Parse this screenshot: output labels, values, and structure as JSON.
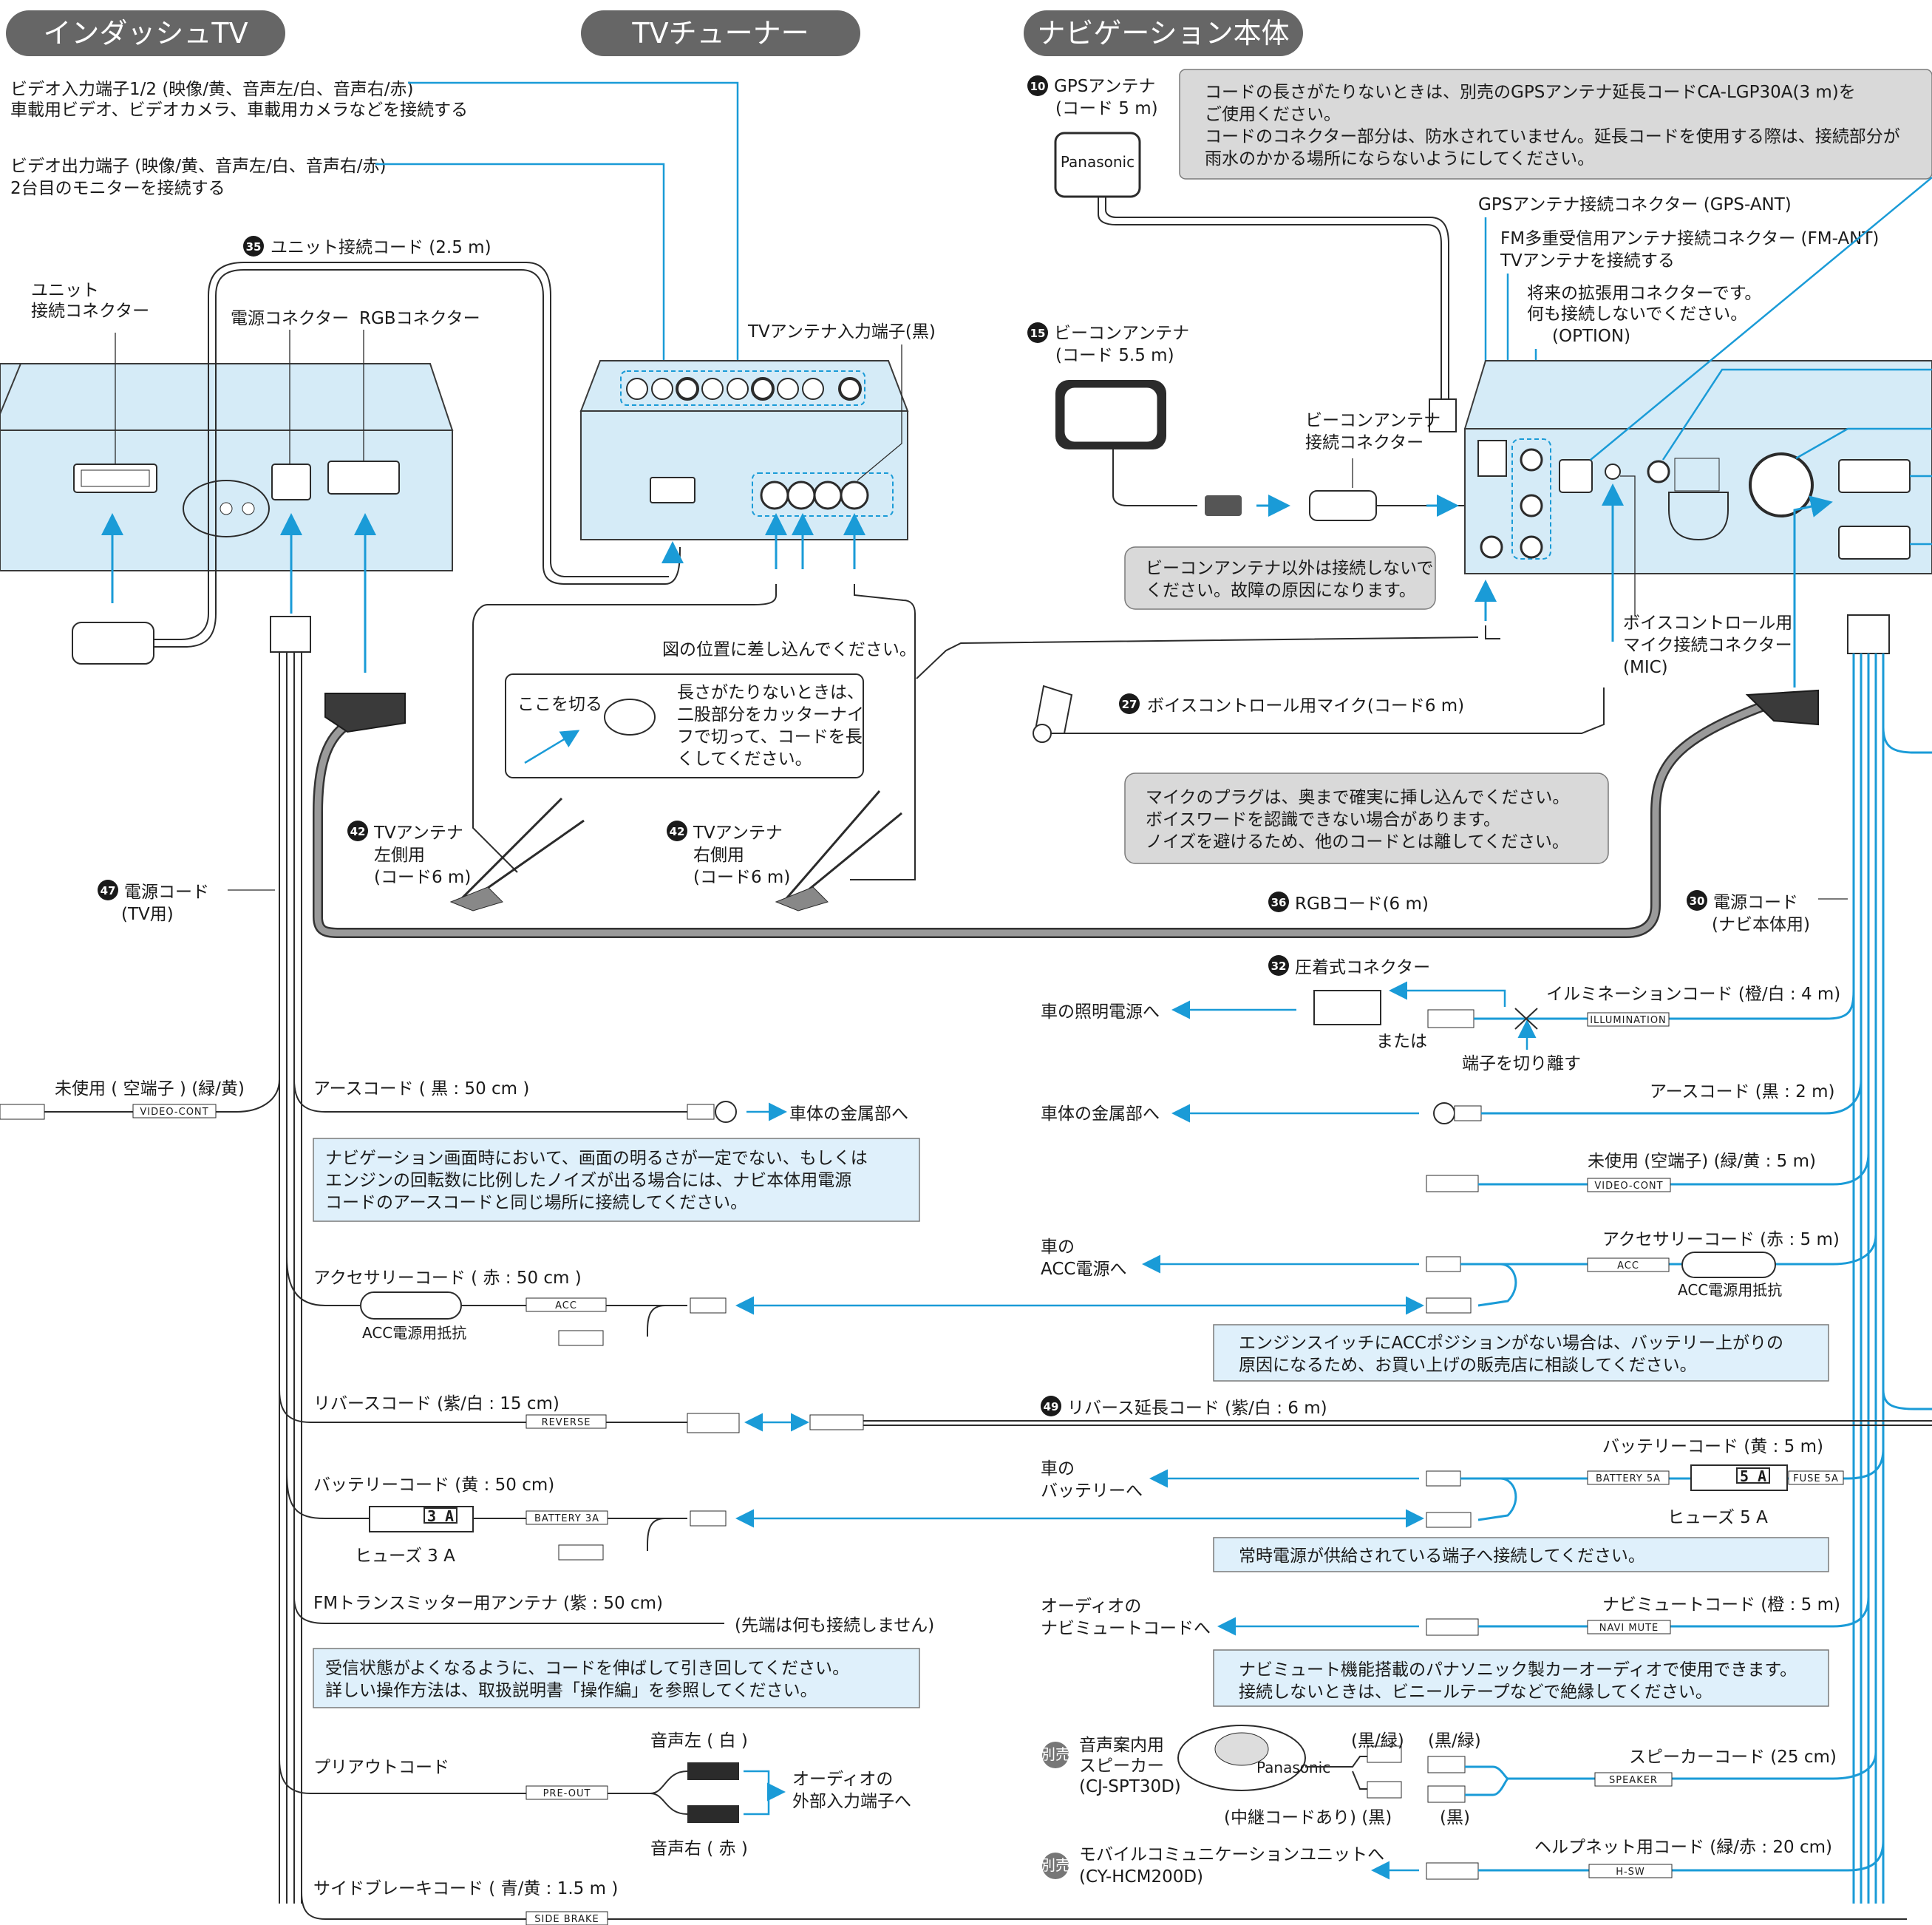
{
  "sections": {
    "indash_tv": "インダッシュTV",
    "tv_tuner": "TVチューナー",
    "navi_body": "ナビゲーション本体"
  },
  "left": {
    "video_in": "ビデオ入力端子1/2 (映像/黄、音声左/白、音声右/赤)",
    "video_in_sub": "車載用ビデオ、ビデオカメラ、車載用カメラなどを接続する",
    "video_out": "ビデオ出力端子 (映像/黄、音声左/白、音声右/赤)",
    "video_out_sub": "2台目のモニターを接続する",
    "unit_cord_num": "35",
    "unit_cord": "ユニット接続コード (2.5 m)",
    "unit_connector_1": "ユニット",
    "unit_connector_2": "接続コネクター",
    "power_connector": "電源コネクター",
    "rgb_connector": "RGBコネクター",
    "tv_ant_input": "TVアンテナ入力端子(黒)",
    "plug_note": "図の位置に差し込んでください。",
    "cut_here": "ここを切る",
    "cut_note_1": "長さがたりないときは、",
    "cut_note_2": "二股部分をカッターナイ",
    "cut_note_3": "フで切って、コードを長",
    "cut_note_4": "くしてください。",
    "tv_ant_num": "42",
    "tv_ant_left_1": "TVアンテナ",
    "tv_ant_left_2": "左側用",
    "tv_ant_left_3": "(コード6 m)",
    "tv_ant_right_1": "TVアンテナ",
    "tv_ant_right_2": "右側用",
    "tv_ant_right_3": "(コード6 m)",
    "power_cord_num": "47",
    "power_cord": "電源コード",
    "power_cord_sub": "(TV用)",
    "rgb_cord_num": "36",
    "rgb_cord": "RGBコード(6 m)",
    "unused": "未使用 ( 空端子 ) (緑/黄)",
    "unused_tag": "VIDEO-CONT",
    "earth": "アースコード ( 黒 : 50 cm )",
    "earth_dest": "車体の金属部へ",
    "earth_note_1": "ナビゲーション画面時において、画面の明るさが一定でない、もしくは",
    "earth_note_2": "エンジンの回転数に比例したノイズが出る場合には、ナビ本体用電源",
    "earth_note_3": "コードのアースコードと同じ場所に接続してください。",
    "acc": "アクセサリーコード ( 赤 : 50 cm )",
    "acc_tag": "ACC",
    "acc_resistor": "ACC電源用抵抗",
    "reverse": "リバースコード (紫/白 : 15 cm)",
    "reverse_tag": "REVERSE",
    "battery": "バッテリーコード (黄 : 50 cm)",
    "battery_tag": "BATTERY 3A",
    "fuse_3a": "3 A",
    "fuse_3a_label": "ヒューズ 3 A",
    "fm_ant": "FMトランスミッター用アンテナ (紫 : 50 cm)",
    "fm_ant_end": "(先端は何も接続しません)",
    "fm_note_1": "受信状態がよくなるように、コードを伸ばして引き回してください。",
    "fm_note_2": "詳しい操作方法は、取扱説明書「操作編」を参照してください。",
    "preout": "プリアウトコード",
    "preout_tag": "PRE-OUT",
    "audio_left": "音声左 ( 白 )",
    "audio_right": "音声右 ( 赤 )",
    "audio_dest_1": "オーディオの",
    "audio_dest_2": "外部入力端子へ",
    "side_brake": "サイドブレーキコード ( 青/黄 : 1.5 m )",
    "side_brake_tag": "SIDE BRAKE"
  },
  "right": {
    "gps_num": "10",
    "gps_ant_1": "GPSアンテナ",
    "gps_ant_2": "(コード 5 m)",
    "gps_note_1": "コードの長さがたりないときは、別売のGPSアンテナ延長コードCA-LGP30A(3 m)を",
    "gps_note_2": "ご使用ください。",
    "gps_note_3": "コードのコネクター部分は、防水されていません。延長コードを使用する際は、接続部分が",
    "gps_note_4": "雨水のかかる場所にならないようにしてください。",
    "gps_connector": "GPSアンテナ接続コネクター (GPS-ANT)",
    "fm_connector": "FM多重受信用アンテナ接続コネクター (FM-ANT)",
    "fm_connector_sub": "TVアンテナを接続する",
    "option_1": "将来の拡張用コネクターです。",
    "option_2": "何も接続しないでください。",
    "option_3": "(OPTION)",
    "beacon_num": "15",
    "beacon_1": "ビーコンアンテナ",
    "beacon_2": "(コード 5.5 m)",
    "beacon_conn_1": "ビーコンアンテナ",
    "beacon_conn_2": "接続コネクター",
    "beacon_note_1": "ビーコンアンテナ以外は接続しないで",
    "beacon_note_2": "ください。故障の原因になります。",
    "mic_conn_1": "ボイスコントロール用",
    "mic_conn_2": "マイク接続コネクター",
    "mic_conn_3": "(MIC)",
    "mic_num": "27",
    "mic": "ボイスコントロール用マイク(コード6 m)",
    "mic_note_1": "マイクのプラグは、奥まで確実に挿し込んでください。",
    "mic_note_2": "ボイスワードを認識できない場合があります。",
    "mic_note_3": "ノイズを避けるため、他のコードとは離してください。",
    "power_cord_num": "30",
    "power_cord": "電源コード",
    "power_cord_sub": "(ナビ本体用)",
    "crimp_num": "32",
    "crimp": "圧着式コネクター",
    "illum_dest": "車の照明電源へ",
    "illum": "イルミネーションコード (橙/白 : 4 m)",
    "illum_tag": "ILLUMINATION",
    "or": "または",
    "cut_terminal": "端子を切り離す",
    "earth_dest": "車体の金属部へ",
    "earth": "アースコード (黒 : 2 m)",
    "unused": "未使用 (空端子) (緑/黄 : 5 m)",
    "unused_tag": "VIDEO-CONT",
    "acc_dest_1": "車の",
    "acc_dest_2": "ACC電源へ",
    "acc": "アクセサリーコード (赤 : 5 m)",
    "acc_tag": "ACC",
    "acc_resistor": "ACC電源用抵抗",
    "acc_note_1": "エンジンスイッチにACCポジションがない場合は、バッテリー上がりの",
    "acc_note_2": "原因になるため、お買い上げの販売店に相談してください。",
    "reverse_num": "49",
    "reverse_ext": "リバース延長コード (紫/白 : 6 m)",
    "battery": "バッテリーコード (黄 : 5 m)",
    "battery_dest_1": "車の",
    "battery_dest_2": "バッテリーへ",
    "battery_tag": "BATTERY 5A",
    "fuse_5a": "5 A",
    "fuse_tag": "FUSE 5A",
    "fuse_5a_label": "ヒューズ 5 A",
    "battery_note": "常時電源が供給されている端子へ接続してください。",
    "navimute_dest_1": "オーディオの",
    "navimute_dest_2": "ナビミュートコードへ",
    "navimute": "ナビミュートコード (橙 : 5 m)",
    "navimute_tag": "NAVI MUTE",
    "navimute_note_1": "ナビミュート機能搭載のパナソニック製カーオーディオで使用できます。",
    "navimute_note_2": "接続しないときは、ビニールテープなどで絶縁してください。",
    "sold_sep": "別売",
    "speaker_1": "音声案内用",
    "speaker_2": "スピーカー",
    "speaker_3": "(CJ-SPT30D)",
    "speaker_brand": "Panasonic",
    "black_green_1": "(黒/緑)",
    "black_green_2": "(黒/緑)",
    "relay": "(中継コードあり) (黒)",
    "black": "(黒)",
    "speaker_cord": "スピーカーコード (25 cm)",
    "speaker_tag": "SPEAKER",
    "mobile_1": "モバイルコミュニケーションユニットへ",
    "mobile_2": "(CY-HCM200D)",
    "helpnet": "ヘルプネット用コード (緑/赤 : 20 cm)",
    "helpnet_tag": "H-SW",
    "gps_brand": "Panasonic"
  },
  "colors": {
    "accent_blue": "#1a9bd7",
    "note_blue": "#dff0fb",
    "unit_blue": "#d5ebf7",
    "pill_grey": "#666666",
    "note_grey": "#d9d9d9"
  }
}
